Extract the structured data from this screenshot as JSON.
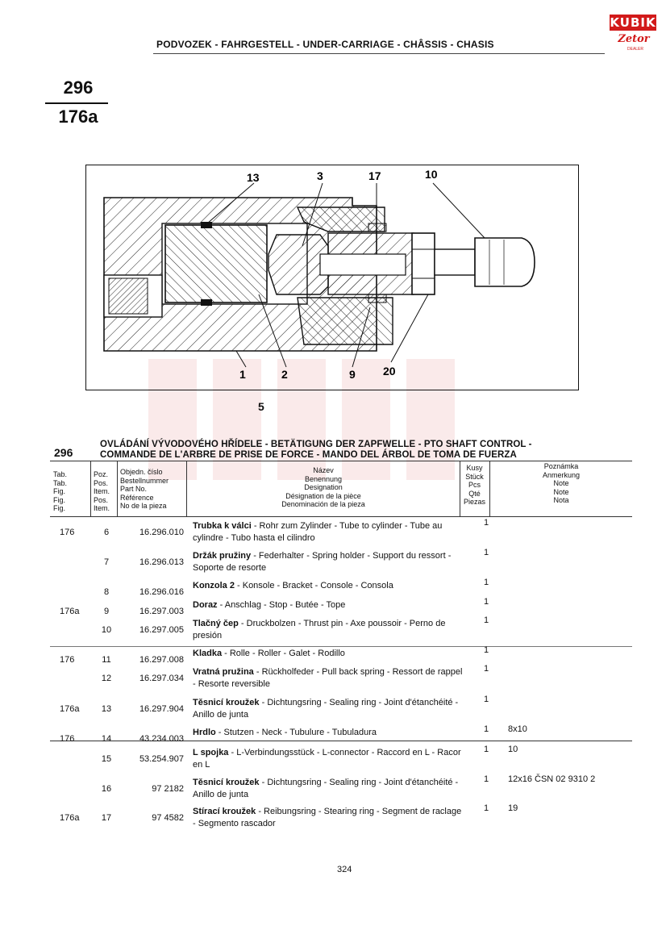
{
  "logo": {
    "brand": "KUBIK",
    "sub": "Zetor",
    "tiny": "DEALER"
  },
  "header": {
    "title": "PODVOZEK - FAHRGESTELL - UNDER-CARRIAGE - CHÂSSIS - CHASIS"
  },
  "figure": {
    "number_top": "296",
    "number_bottom": "176a"
  },
  "diagram": {
    "callouts": [
      {
        "n": "13"
      },
      {
        "n": "3"
      },
      {
        "n": "17"
      },
      {
        "n": "10"
      },
      {
        "n": "1"
      },
      {
        "n": "2"
      },
      {
        "n": "9"
      },
      {
        "n": "20"
      },
      {
        "n": "5"
      }
    ]
  },
  "section": {
    "number": "296",
    "title_line1": "OVLÁDÁNÍ VÝVODOVÉHO HŘÍDELE - BETÄTIGUNG DER ZAPFWELLE - PTO SHAFT CONTROL -",
    "title_line2": "COMMANDE DE L'ARBRE DE PRISE DE FORCE - MANDO DEL ÁRBOL DE TOMA DE FUERZA"
  },
  "table": {
    "headers": {
      "tab": [
        "Tab.",
        "Tab.",
        "Fig.",
        "Fig.",
        "Fig."
      ],
      "pos": [
        "Poz.",
        "Pos.",
        "Item.",
        "Pos.",
        "Item."
      ],
      "partno": [
        "Objedn. číslo",
        "Bestellnummer",
        "Part No.",
        "Référence",
        "No de la pieza"
      ],
      "name": [
        "Název",
        "Benennung",
        "Designation",
        "Désignation de la pièce",
        "Denominación de la pieza"
      ],
      "qty": [
        "Kusy",
        "Stück",
        "Pcs",
        "Qté",
        "Piezas"
      ],
      "note": [
        "Poznámka",
        "Anmerkung",
        "Note",
        "Note",
        "Nota"
      ]
    },
    "rows": [
      {
        "tab": "176",
        "pos": "6",
        "partno": "16.296.010",
        "name_bold": "Trubka k válci",
        "name_rest": " - Rohr zum Zylinder - Tube to cylinder - Tube au cylindre - Tubo hasta el cilindro",
        "qty": "1",
        "note": ""
      },
      {
        "tab": "",
        "pos": "7",
        "partno": "16.296.013",
        "name_bold": "Držák pružiny",
        "name_rest": " - Federhalter - Spring holder - Support du ressort - Soporte de resorte",
        "qty": "1",
        "note": ""
      },
      {
        "tab": "",
        "pos": "8",
        "partno": "16.296.016",
        "name_bold": "Konzola 2",
        "name_rest": " - Konsole - Bracket - Console - Consola",
        "qty": "1",
        "note": ""
      },
      {
        "tab": "176a",
        "pos": "9",
        "partno": "16.297.003",
        "name_bold": "Doraz",
        "name_rest": " - Anschlag - Stop - Butée - Tope",
        "qty": "1",
        "note": ""
      },
      {
        "tab": "",
        "pos": "10",
        "partno": "16.297.005",
        "name_bold": "Tlačný čep",
        "name_rest": " - Druckbolzen - Thrust pin - Axe poussoir - Perno de presión",
        "qty": "1",
        "note": ""
      },
      {
        "tab": "176",
        "pos": "11",
        "partno": "16.297.008",
        "name_bold": "Kladka",
        "name_rest": " - Rolle - Roller - Galet - Rodillo",
        "qty": "1",
        "note": ""
      },
      {
        "tab": "",
        "pos": "12",
        "partno": "16.297.034",
        "name_bold": "Vratná pružina",
        "name_rest": " - Rückholfeder - Pull back spring - Ressort de rappel - Resorte reversible",
        "qty": "1",
        "note": ""
      },
      {
        "tab": "176a",
        "pos": "13",
        "partno": "16.297.904",
        "name_bold": "Těsnicí kroužek",
        "name_rest": " - Dichtungsring - Sealing ring - Joint d'étanchéité - Anillo de junta",
        "qty": "1",
        "note": ""
      },
      {
        "tab": "176",
        "pos": "14",
        "partno": "43.234.003",
        "name_bold": "Hrdlo",
        "name_rest": " - Stutzen - Neck - Tubulure - Tubuladura",
        "qty": "1",
        "note": "8x10"
      },
      {
        "tab": "",
        "pos": "15",
        "partno": "53.254.907",
        "name_bold": "L spojka",
        "name_rest": " - L-Verbindungsstück - L-connector - Raccord en L - Racor en L",
        "qty": "1",
        "note": "10"
      },
      {
        "tab": "",
        "pos": "16",
        "partno": "97 2182",
        "name_bold": "Těsnicí kroužek",
        "name_rest": " - Dichtungsring - Sealing ring - Joint d'étanchéité - Anillo de junta",
        "qty": "1",
        "note": "12x16 ČSN 02 9310 2"
      },
      {
        "tab": "176a",
        "pos": "17",
        "partno": "97 4582",
        "name_bold": "Stírací kroužek",
        "name_rest": " - Reibungsring - Stearing ring - Segment de raclage - Segmento rascador",
        "qty": "1",
        "note": "19"
      }
    ]
  },
  "footer": {
    "page_number": "324"
  }
}
